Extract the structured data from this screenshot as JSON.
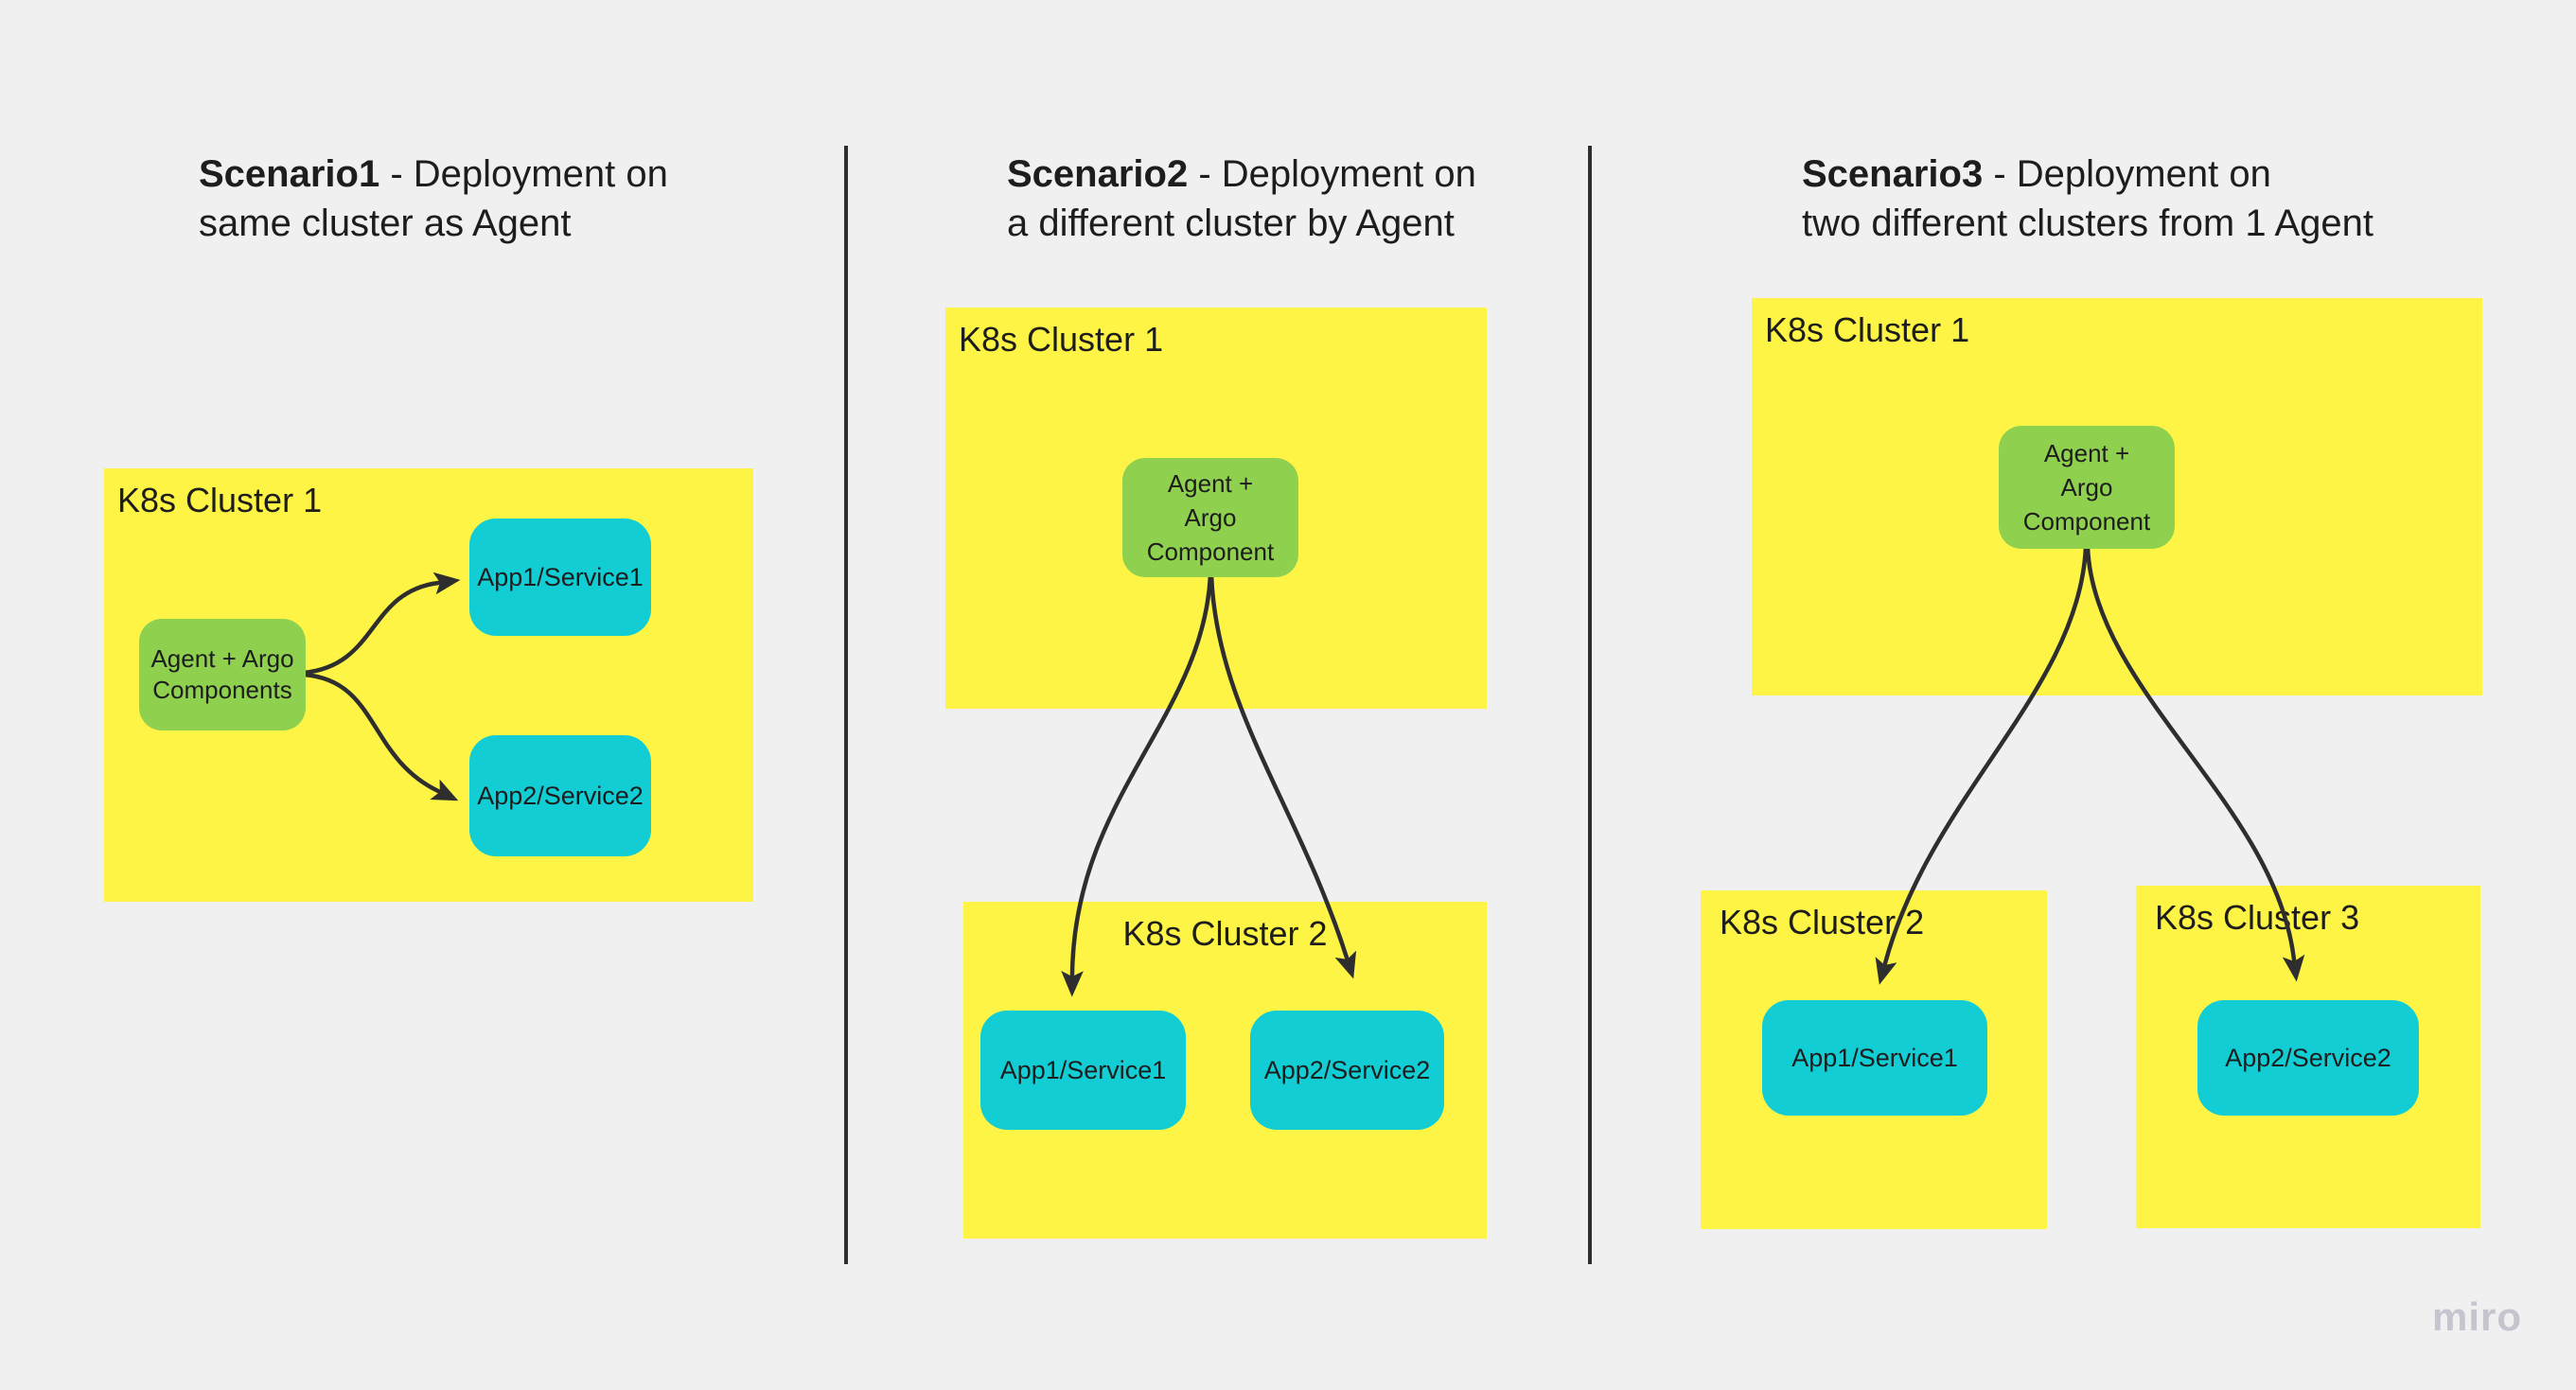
{
  "board": {
    "app": "miro",
    "watermark": "miro",
    "background": "#f0f0f0"
  },
  "palette": {
    "sticky_yellow": "#fef445",
    "node_green": "#8fd14f",
    "node_cyan": "#12cdd4",
    "connector_dark": "#2e2e2e",
    "text_dark": "#1d1d1d",
    "watermark_gray": "#c5c4cf"
  },
  "scenarios": [
    {
      "title": {
        "bold": "Scenario1",
        "rest": " - Deployment on",
        "line2": "same cluster as Agent"
      },
      "cluster1_label": "K8s Cluster 1",
      "agent_label": "Agent + Argo\nComponents",
      "app1_label": "App1/Service1",
      "app2_label": "App2/Service2",
      "connections": [
        {
          "from": "Agent + Argo Components",
          "to": "App1/Service1"
        },
        {
          "from": "Agent + Argo Components",
          "to": "App2/Service2"
        }
      ]
    },
    {
      "title": {
        "bold": "Scenario2",
        "rest": " - Deployment on",
        "line2": "a different cluster by Agent"
      },
      "cluster1_label": "K8s Cluster 1",
      "cluster2_label": "K8s Cluster 2",
      "agent_label": "Agent +\nArgo\nComponent",
      "app1_label": "App1/Service1",
      "app2_label": "App2/Service2",
      "connections": [
        {
          "from": "Agent + Argo Component (K8s Cluster 1)",
          "to": "App1/Service1 (K8s Cluster 2)"
        },
        {
          "from": "Agent + Argo Component (K8s Cluster 1)",
          "to": "App2/Service2 (K8s Cluster 2)"
        }
      ]
    },
    {
      "title": {
        "bold": "Scenario3",
        "rest": " - Deployment on",
        "line2": "two different clusters from 1 Agent"
      },
      "cluster1_label": "K8s Cluster 1",
      "cluster2_label": "K8s Cluster 2",
      "cluster3_label": "K8s Cluster 3",
      "agent_label": "Agent +\nArgo\nComponent",
      "app1_label": "App1/Service1",
      "app2_label": "App2/Service2",
      "connections": [
        {
          "from": "Agent + Argo Component (K8s Cluster 1)",
          "to": "App1/Service1 (K8s Cluster 2)"
        },
        {
          "from": "Agent + Argo Component (K8s Cluster 1)",
          "to": "App2/Service2 (K8s Cluster 3)"
        }
      ]
    }
  ]
}
